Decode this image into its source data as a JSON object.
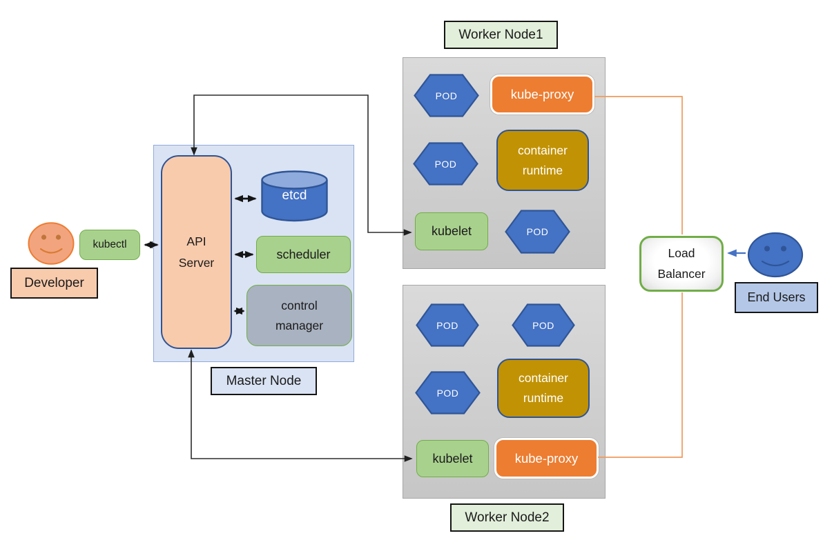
{
  "developer": {
    "label": "Developer",
    "kubectl": "kubectl"
  },
  "master_node": {
    "label": "Master Node",
    "api_server": "API Server",
    "etcd": "etcd",
    "scheduler": "scheduler",
    "control_manager": "control manager"
  },
  "worker_node1": {
    "label": "Worker Node1",
    "pods": [
      "POD",
      "POD",
      "POD"
    ],
    "kube_proxy": "kube-proxy",
    "container_runtime": "container runtime",
    "kubelet": "kubelet"
  },
  "worker_node2": {
    "label": "Worker Node2",
    "pods": [
      "POD",
      "POD",
      "POD"
    ],
    "kube_proxy": "kube-proxy",
    "container_runtime": "container runtime",
    "kubelet": "kubelet"
  },
  "load_balancer": {
    "label": "Load Balancer"
  },
  "end_users": {
    "label": "End Users"
  },
  "colors": {
    "pod_blue": "#4472c4",
    "dark_blue_border": "#2f5597",
    "kube_proxy_orange": "#ed7d31",
    "container_runtime_gold": "#c19204",
    "green_fill": "#a9d18e",
    "green_border": "#70ad47",
    "peach": "#f8cbad",
    "master_panel_blue": "#dae3f3",
    "worker_panel_gray": "#d2d2d2",
    "worker_label_green": "#e2efda",
    "end_users_label_blue": "#b4c7e7",
    "control_manager_gray": "#a9b2c0",
    "developer_face_orange": "#f2a47e",
    "end_user_face_blue": "#4472c4",
    "connector_orange": "#ef9a5d",
    "connector_black": "#1a1a1a"
  }
}
